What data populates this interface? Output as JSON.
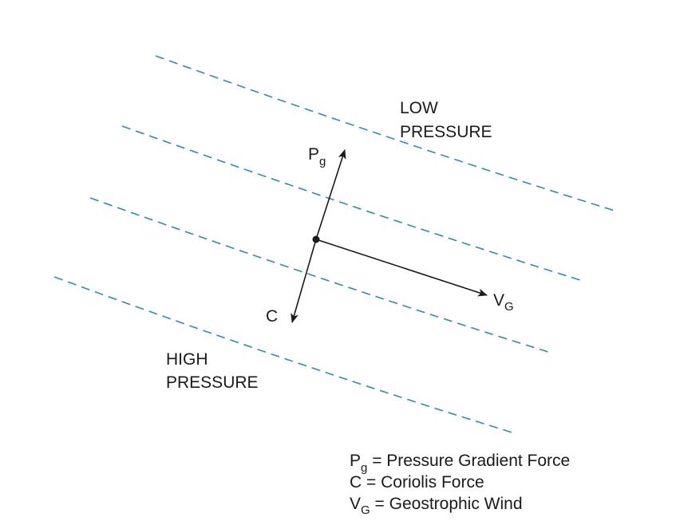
{
  "colors": {
    "isobar": "#2a8fae",
    "ink": "#1a1a1a",
    "background": "#ffffff"
  },
  "labels": {
    "low_line1": "LOW",
    "low_line2": "PRESSURE",
    "high_line1": "HIGH",
    "high_line2": "PRESSURE",
    "pg_main": "P",
    "pg_sub": "g",
    "coriolis": "C",
    "vg_main": "V",
    "vg_sub": "G"
  },
  "legend": {
    "pg_symbol": "P",
    "pg_sub": "g",
    "pg_text": " = Pressure Gradient Force",
    "c_symbol": "C",
    "c_text": " = Coriolis Force",
    "vg_symbol": "V",
    "vg_sub": "G",
    "vg_text": " = Geostrophic Wind"
  }
}
